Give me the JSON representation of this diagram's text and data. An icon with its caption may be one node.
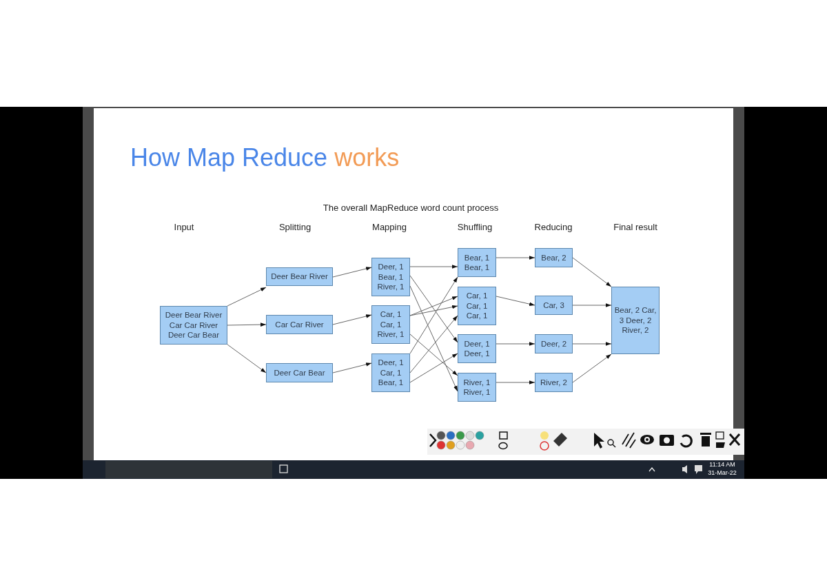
{
  "diagram": {
    "title": "How Map Reduce works",
    "nodes": [
      {
        "text": [
          "Deer Bear River Car Car River Deer Car Bear"
        ]
      },
      {
        "text": [
          "Deer Bear River"
        ]
      },
      {
        "text": [
          "Car Car River"
        ]
      },
      {
        "text": [
          "Deer Car Bear"
        ]
      },
      {
        "text": [
          "Deer, 1 Bear, 1 River, 1"
        ]
      },
      {
        "text": [
          "Car, 1 Car, 1 River, 1"
        ]
      },
      {
        "text": [
          "Deer, 1 Car, 1 Bear, 1"
        ]
      },
      {
        "text": [
          "Bear, 1 Bear, 1"
        ]
      },
      {
        "text": [
          "Car, 1 Car, 1 Car, 1"
        ]
      },
      {
        "text": [
          "Deer, 1 Deer, 1"
        ]
      },
      {
        "text": [
          "River, 1 River, 1"
        ]
      },
      {
        "text": [
          "Bear, 2"
        ]
      },
      {
        "text": [
          "Car, 3"
        ]
      },
      {
        "text": [
          "Deer, 2"
        ]
      },
      {
        "text": [
          "River, 2"
        ]
      },
      {
        "text": [
          "Bear, 2 Car, 3 Deer, 2 River, 2"
        ]
      }
    ],
    "edges": [
      {
        "from": 0,
        "to": 1,
        "arrow": "to"
      },
      {
        "from": 0,
        "to": 2,
        "arrow": "to"
      },
      {
        "from": 0,
        "to": 3,
        "arrow": "to"
      },
      {
        "from": 1,
        "to": 4,
        "arrow": "to"
      },
      {
        "from": 2,
        "to": 5,
        "arrow": "to"
      },
      {
        "from": 3,
        "to": 6,
        "arrow": "to"
      },
      {
        "from": 4,
        "to": 7,
        "arrow": "to"
      },
      {
        "from": 4,
        "to": 9,
        "arrow": "to"
      },
      {
        "from": 4,
        "to": 10,
        "arrow": "to"
      },
      {
        "from": 5,
        "to": 8,
        "arrow": "to"
      },
      {
        "from": 5,
        "to": 8,
        "arrow": "to"
      },
      {
        "from": 5,
        "to": 10,
        "arrow": "to"
      },
      {
        "from": 6,
        "to": 7,
        "arrow": "to"
      },
      {
        "from": 6,
        "to": 8,
        "arrow": "to"
      },
      {
        "from": 6,
        "to": 9,
        "arrow": "to"
      },
      {
        "from": 7,
        "to": 11,
        "arrow": "to"
      },
      {
        "from": 8,
        "to": 12,
        "arrow": "to"
      },
      {
        "from": 9,
        "to": 13,
        "arrow": "to"
      },
      {
        "from": 10,
        "to": 14,
        "arrow": "to"
      },
      {
        "from": 11,
        "to": 15,
        "arrow": "to"
      },
      {
        "from": 12,
        "to": 15,
        "arrow": "to"
      },
      {
        "from": 13,
        "to": 15,
        "arrow": "to"
      },
      {
        "from": 14,
        "to": 15,
        "arrow": "to"
      }
    ],
    "labels": [
      "The overall MapReduce word count process",
      "Input",
      "Splitting",
      "Mapping",
      "Shuffling",
      "Reducing",
      "Final result",
      "11:14 AM",
      "31-Mar-22"
    ]
  }
}
